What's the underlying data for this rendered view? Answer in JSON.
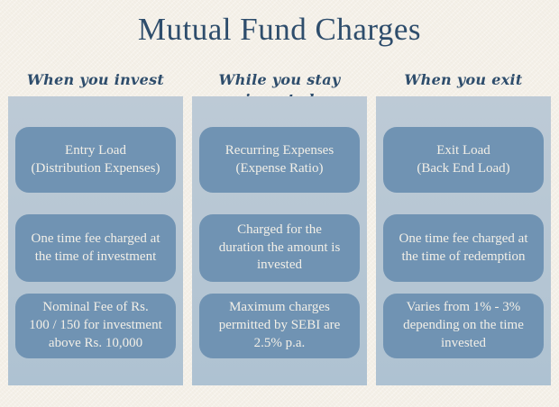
{
  "title": "Mutual Fund Charges",
  "columns": [
    {
      "header": "When you invest",
      "boxes": [
        "Entry Load\n(Distribution Expenses)",
        "One time fee charged at\nthe time of investment",
        "Nominal Fee of Rs.\n100 / 150 for investment\nabove Rs. 10,000"
      ]
    },
    {
      "header": "While you stay invested",
      "boxes": [
        "Recurring Expenses\n(Expense Ratio)",
        "Charged for the\nduration the amount is\ninvested",
        "Maximum charges\npermitted by SEBI are\n2.5% p.a."
      ]
    },
    {
      "header": "When you exit",
      "boxes": [
        "Exit Load\n(Back End Load)",
        "One time fee charged at\nthe time of redemption",
        "Varies from 1% - 3%\ndepending on the time\ninvested"
      ]
    }
  ],
  "colors": {
    "page_background": "#f4f0e8",
    "title_text": "#2e4d6c",
    "header_text": "#2e4d6c",
    "panel_top": "#bdcad6",
    "panel_bottom": "#aec2d2",
    "box_fill": "#7093b3",
    "box_text": "#f2efe7"
  }
}
